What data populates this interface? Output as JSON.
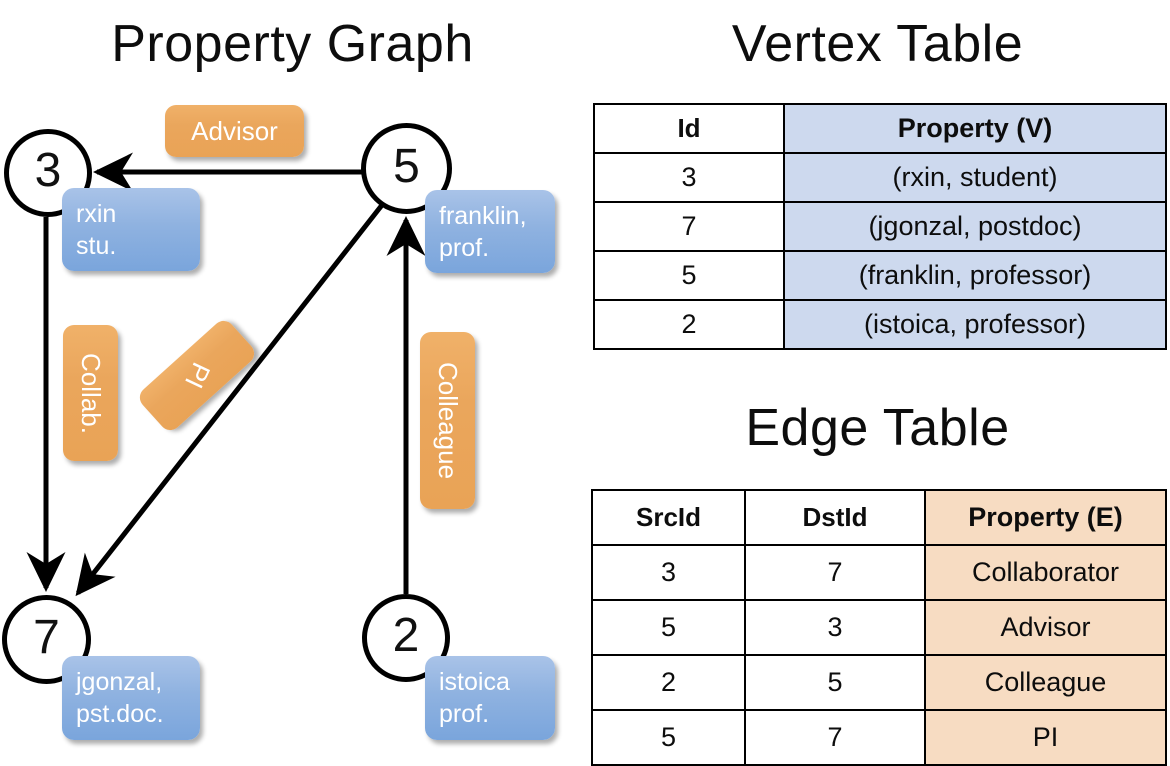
{
  "titles": {
    "property_graph": "Property Graph",
    "vertex_table": "Vertex Table",
    "edge_table": "Edge Table"
  },
  "colors": {
    "vertex_header_fill": "#cdd9ee",
    "vertex_cell_fill": "#cdd9ee",
    "edge_header_fill": "#f7dcc2",
    "edge_cell_fill": "#f7dcc2",
    "vertex_property_box": "#8fb2e0",
    "edge_label_box": "#eaa65c",
    "stroke": "#000000",
    "background": "#ffffff"
  },
  "graph": {
    "nodes": [
      {
        "id": "3",
        "property_line1": "rxin",
        "property_line2": "stu."
      },
      {
        "id": "5",
        "property_line1": "franklin,",
        "property_line2": "prof."
      },
      {
        "id": "7",
        "property_line1": "jgonzal,",
        "property_line2": "pst.doc."
      },
      {
        "id": "2",
        "property_line1": "istoica",
        "property_line2": "prof."
      }
    ],
    "edge_labels": [
      {
        "name": "advisor",
        "text": "Advisor"
      },
      {
        "name": "collab",
        "text": "Collab."
      },
      {
        "name": "pi",
        "text": "PI"
      },
      {
        "name": "colleague",
        "text": "Colleague"
      }
    ]
  },
  "vertex_table": {
    "headers": [
      "Id",
      "Property (V)"
    ],
    "rows": [
      {
        "id": "3",
        "property": "(rxin, student)"
      },
      {
        "id": "7",
        "property": "(jgonzal, postdoc)"
      },
      {
        "id": "5",
        "property": "(franklin, professor)"
      },
      {
        "id": "2",
        "property": "(istoica, professor)"
      }
    ]
  },
  "edge_table": {
    "headers": [
      "SrcId",
      "DstId",
      "Property (E)"
    ],
    "rows": [
      {
        "src": "3",
        "dst": "7",
        "property": "Collaborator"
      },
      {
        "src": "5",
        "dst": "3",
        "property": "Advisor"
      },
      {
        "src": "2",
        "dst": "5",
        "property": "Colleague"
      },
      {
        "src": "5",
        "dst": "7",
        "property": "PI"
      }
    ]
  }
}
